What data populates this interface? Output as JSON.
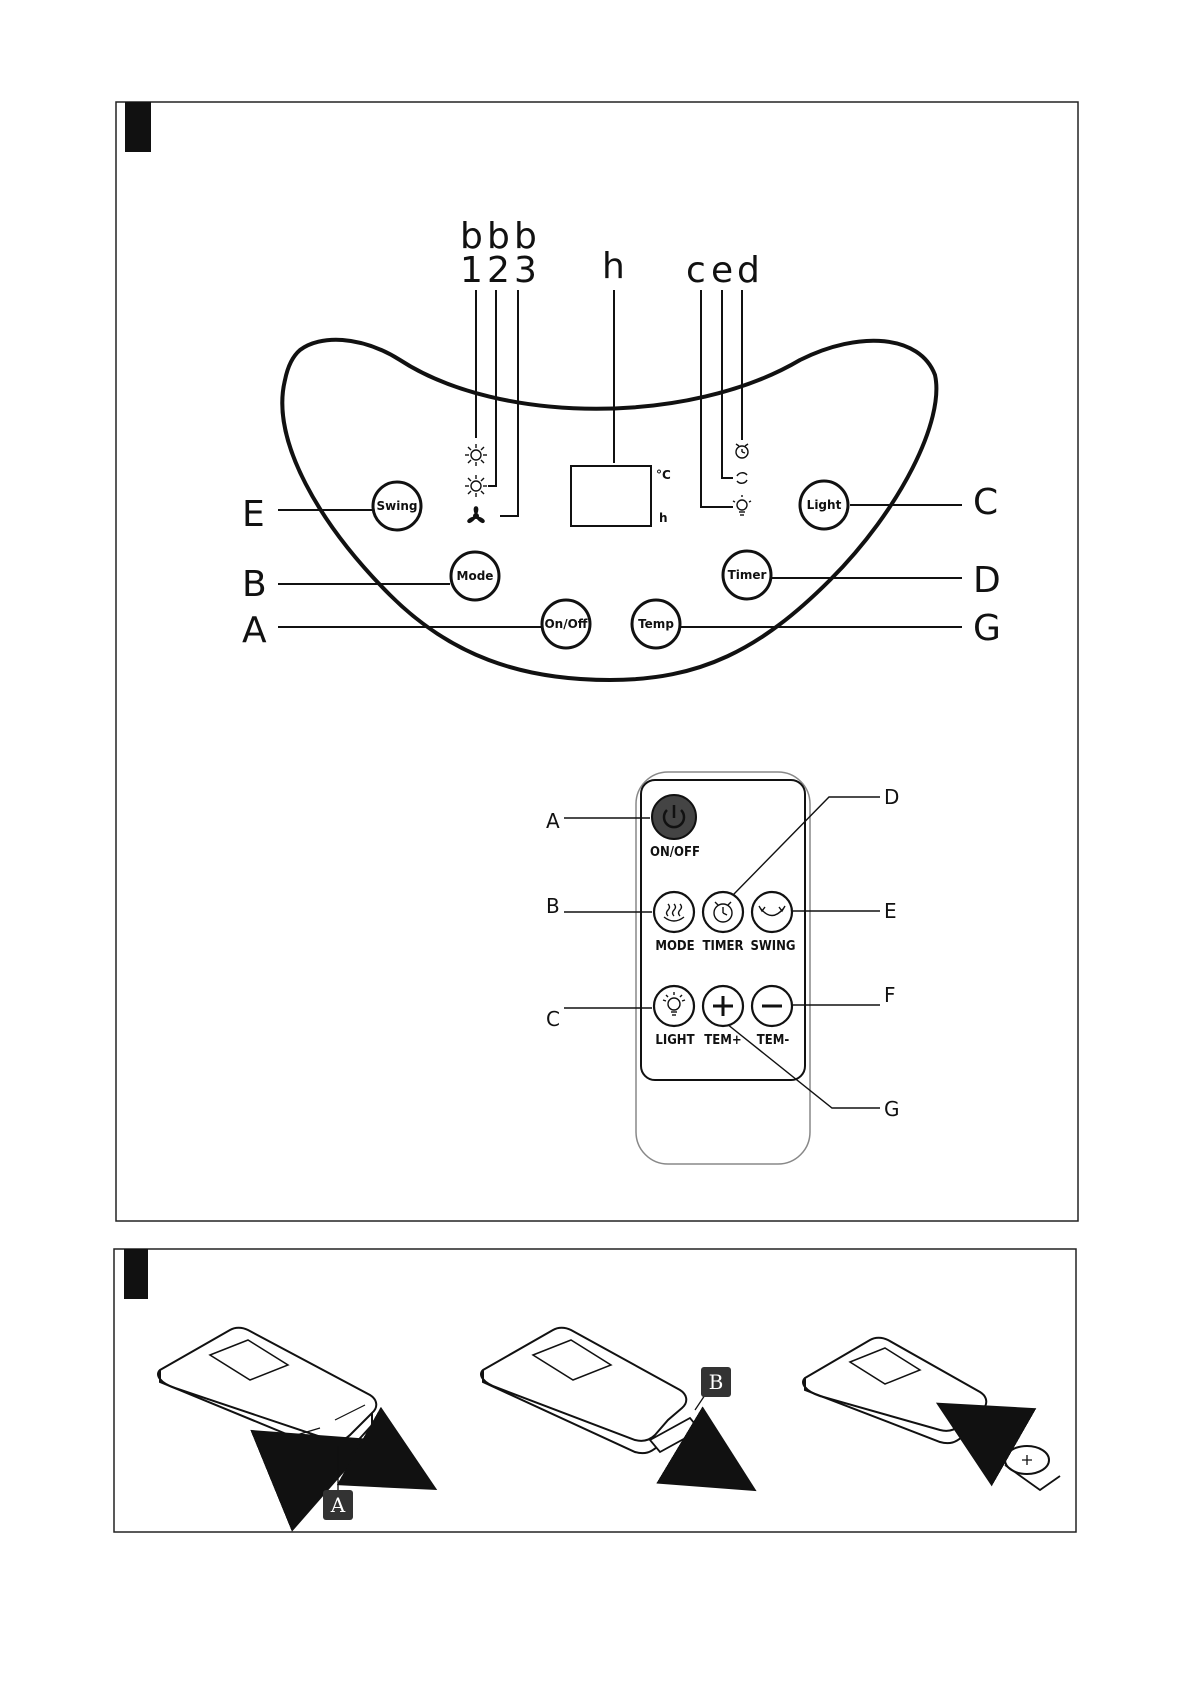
{
  "panel": {
    "top_labels": {
      "b1_letter": "b",
      "b1_num": "1",
      "b2_letter": "b",
      "b2_num": "2",
      "b3_letter": "b",
      "b3_num": "3",
      "h": "h",
      "c": "c",
      "e": "e",
      "d": "d"
    },
    "side_labels": {
      "E": "E",
      "B": "B",
      "A": "A",
      "C": "C",
      "D": "D",
      "G": "G"
    },
    "buttons": {
      "swing": "Swing",
      "mode": "Mode",
      "onoff": "On/Off",
      "temp": "Temp",
      "timer": "Timer",
      "light": "Light"
    },
    "display_units": {
      "celsius": "°C",
      "hours": "h"
    }
  },
  "remote": {
    "callouts": {
      "A": "A",
      "B": "B",
      "C": "C",
      "D": "D",
      "E": "E",
      "F": "F",
      "G": "G"
    },
    "buttons": {
      "onoff": "ON/OFF",
      "mode": "MODE",
      "timer": "TIMER",
      "swing": "SWING",
      "light": "LIGHT",
      "temp_plus": "TEM+",
      "temp_minus": "TEM-"
    }
  },
  "battery": {
    "callout_a": "A",
    "callout_b": "B"
  }
}
